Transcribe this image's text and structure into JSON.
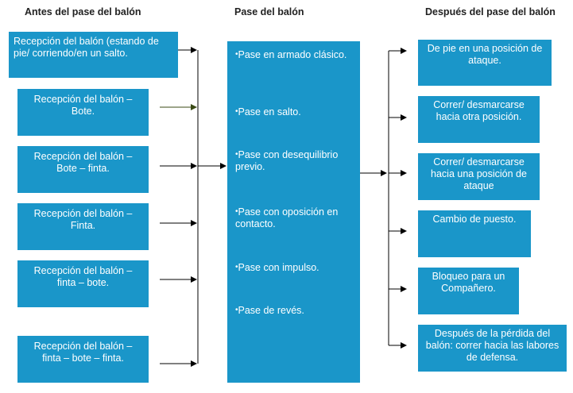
{
  "headings": {
    "left": "Antes del pase del balón",
    "middle": "Pase del balón",
    "right": "Después del pase del balón"
  },
  "left_boxes": [
    "Recepción del balón (estando de pie/ corriendo/en un salto.",
    "Recepción del balón – Bote.",
    "Recepción del balón – Bote – finta.",
    "Recepción del balón – Finta.",
    "Recepción del balón – finta – bote.",
    "Recepción del balón – finta – bote – finta."
  ],
  "middle_items": [
    "Pase en armado clásico.",
    "Pase en salto.",
    "Pase con desequilibrio previo.",
    "Pase con oposición en contacto.",
    "Pase con impulso.",
    "Pase de revés."
  ],
  "right_boxes": [
    "De pie en una posición de ataque.",
    "Correr/ desmarcarse hacia otra posición.",
    "Correr/ desmarcarse hacia una posición de ataque",
    "Cambio de puesto.",
    "Bloqueo para un Compañero.",
    "Después de la pérdida del balón: correr hacia las labores de defensa."
  ],
  "colors": {
    "box": "#1a96c9",
    "text": "#ffffff",
    "line": "#000000",
    "arrow_alt": "#3a4a14"
  }
}
